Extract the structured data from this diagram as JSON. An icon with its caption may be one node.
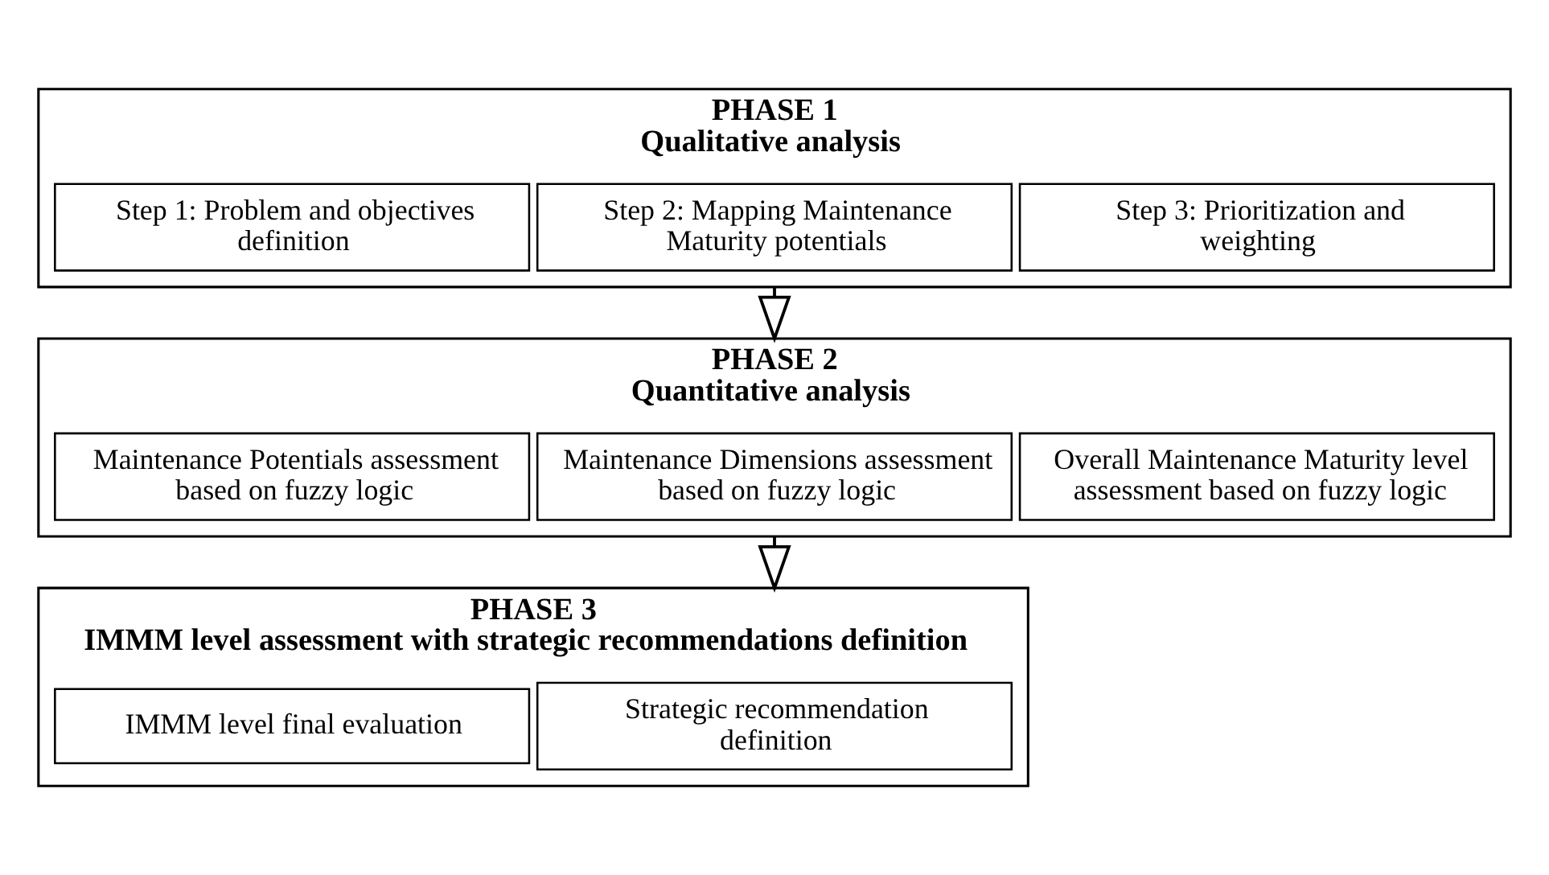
{
  "diagram": {
    "nodes": [
      {
        "text": [
          "PHASE 1",
          "Qualitative analysis"
        ]
      },
      {
        "text": [
          "Step 1: Problem and objectives definition"
        ],
        "in": 0
      },
      {
        "text": [
          "Step 2: Mapping Maintenance Maturity potentials"
        ],
        "in": 0
      },
      {
        "text": [
          "Step 3: Prioritization and weighting"
        ],
        "in": 0
      },
      {
        "text": [
          "PHASE 2",
          "Quantitative analysis"
        ]
      },
      {
        "text": [
          "Maintenance Potentials assessment based on fuzzy logic"
        ],
        "in": 4
      },
      {
        "text": [
          "Maintenance Dimensions assessment based on fuzzy logic"
        ],
        "in": 4
      },
      {
        "text": [
          "Overall Maintenance Maturity level assessment based on fuzzy logic"
        ],
        "in": 4
      },
      {
        "text": [
          "PHASE 3",
          "IMMM level assessment with strategic recommendations definition"
        ]
      },
      {
        "text": [
          "IMMM level final evaluation"
        ],
        "in": 8
      },
      {
        "text": [
          "Strategic recommendation definition"
        ],
        "in": 8
      }
    ],
    "edges": [
      {
        "from": 0,
        "to": 4,
        "arrow": "to"
      },
      {
        "from": 4,
        "to": 8,
        "arrow": "to"
      }
    ]
  }
}
